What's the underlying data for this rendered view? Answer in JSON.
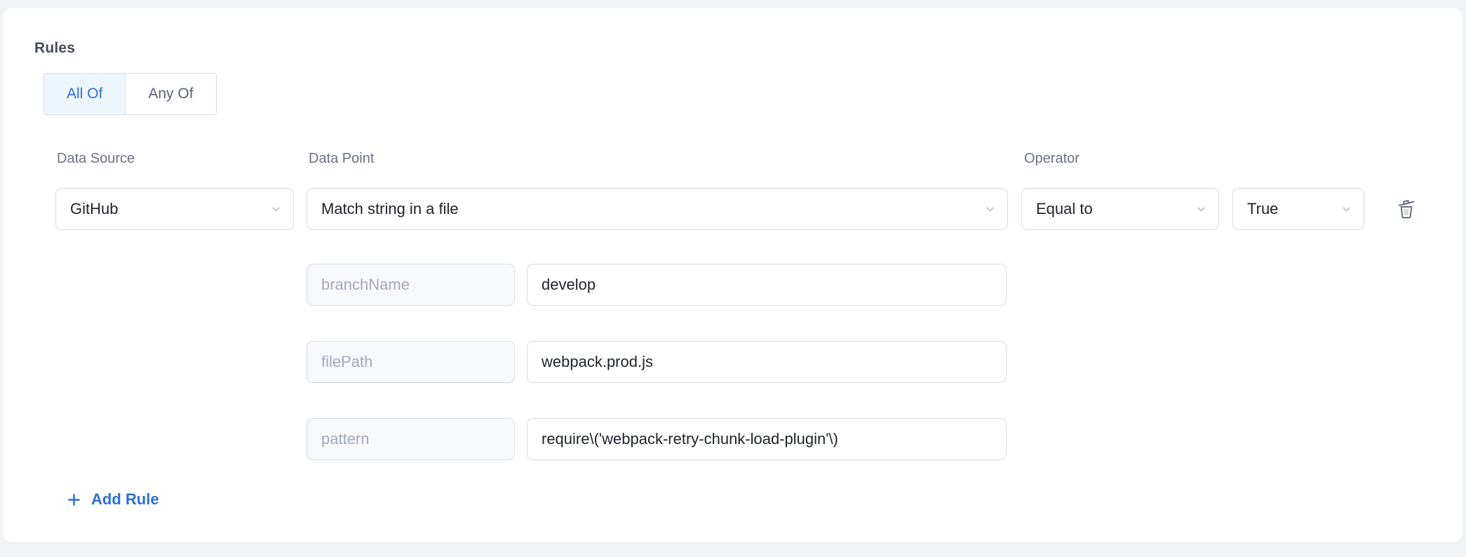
{
  "rules": {
    "title": "Rules",
    "toggle": {
      "options": [
        {
          "label": "All Of",
          "selected": true
        },
        {
          "label": "Any Of",
          "selected": false
        }
      ]
    },
    "rule": {
      "data_source": {
        "label": "Data Source",
        "value": "GitHub"
      },
      "data_point": {
        "label": "Data Point",
        "value": "Match string in a file"
      },
      "operator": {
        "label": "Operator",
        "value": "Equal to"
      },
      "operator_value": {
        "value": "True"
      },
      "params": [
        {
          "key": "branchName",
          "value": "develop"
        },
        {
          "key": "filePath",
          "value": "webpack.prod.js"
        },
        {
          "key": "pattern",
          "value": "require\\('webpack-retry-chunk-load-plugin'\\)"
        }
      ]
    },
    "add_rule": {
      "label": "Add Rule"
    }
  },
  "icons": {
    "dropdown": "chevron-down-icon",
    "delete": "trash-icon",
    "add": "plus-icon"
  },
  "colors": {
    "accent_blue": "#2D6FDB",
    "toggle_selected_bg": "#EEF6FD",
    "label_gray": "#6B7280",
    "input_border": "#D9DBE4",
    "text_dark": "#1F2329",
    "param_key_text": "#A3A8BD",
    "param_key_bg": "#F8F9FC",
    "page_bg": "#F1F3F6",
    "card_bg": "#FFFFFF"
  }
}
